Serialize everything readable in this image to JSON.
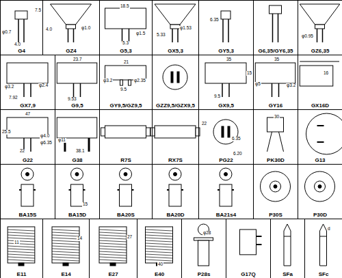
{
  "diagram": {
    "nodes": [
      {
        "text": [
          "G4"
        ]
      },
      {
        "text": [
          "GZ4"
        ]
      },
      {
        "text": [
          "G5,3"
        ]
      },
      {
        "text": [
          "GX5,3"
        ]
      },
      {
        "text": [
          "GY5,3"
        ]
      },
      {
        "text": [
          "G6,35/GY6,35"
        ]
      },
      {
        "text": [
          "GZ6,35"
        ]
      },
      {
        "text": [
          "GX7,9"
        ]
      },
      {
        "text": [
          "G9,5"
        ]
      },
      {
        "text": [
          "GY9,5/GZ9,5"
        ]
      },
      {
        "text": [
          "GZZ9,5/GZX9,5"
        ]
      },
      {
        "text": [
          "GX9,5"
        ]
      },
      {
        "text": [
          "GY16"
        ]
      },
      {
        "text": [
          "GX16D"
        ]
      },
      {
        "text": [
          "G22"
        ]
      },
      {
        "text": [
          "G38"
        ]
      },
      {
        "text": [
          "R7S"
        ]
      },
      {
        "text": [
          "RX7S"
        ]
      },
      {
        "text": [
          "PG22"
        ]
      },
      {
        "text": [
          "PK30D"
        ]
      },
      {
        "text": [
          "G13"
        ]
      },
      {
        "text": [
          "BA15S"
        ]
      },
      {
        "text": [
          "BA15D"
        ]
      },
      {
        "text": [
          "BA20S"
        ]
      },
      {
        "text": [
          "BA20D"
        ]
      },
      {
        "text": [
          "BA21s4"
        ]
      },
      {
        "text": [
          "P30S"
        ]
      },
      {
        "text": [
          "P30D"
        ]
      },
      {
        "text": [
          "E11"
        ]
      },
      {
        "text": [
          "E14"
        ]
      },
      {
        "text": [
          "E27"
        ]
      },
      {
        "text": [
          "E40"
        ]
      },
      {
        "text": [
          "P28s"
        ]
      },
      {
        "text": [
          "G17Q"
        ]
      },
      {
        "text": [
          "SFa"
        ]
      },
      {
        "text": [
          "SFc"
        ]
      }
    ],
    "labels": [
      "φ0.7",
      "4.0",
      "7.5",
      "4.0",
      "φ1.0",
      "18.5",
      "φ1.5",
      "5.3",
      "φ1.53",
      "5.33",
      "6.35",
      "φ0.95",
      "φ3.2",
      "φ2.4",
      "7.92",
      "23.7",
      "9.53",
      "21",
      "φ3.2",
      "φ2.35",
      "9.5",
      "35",
      "15",
      "9.5",
      "35",
      "φ5",
      "φ3.2",
      "16",
      "47",
      "25.5",
      "φ4.0",
      "φ6.35",
      "22",
      "38.1",
      "φ11",
      "22",
      "6.35",
      "6.20",
      "30",
      "15",
      "11",
      "14",
      "27",
      "40",
      "φ28",
      "d"
    ]
  }
}
